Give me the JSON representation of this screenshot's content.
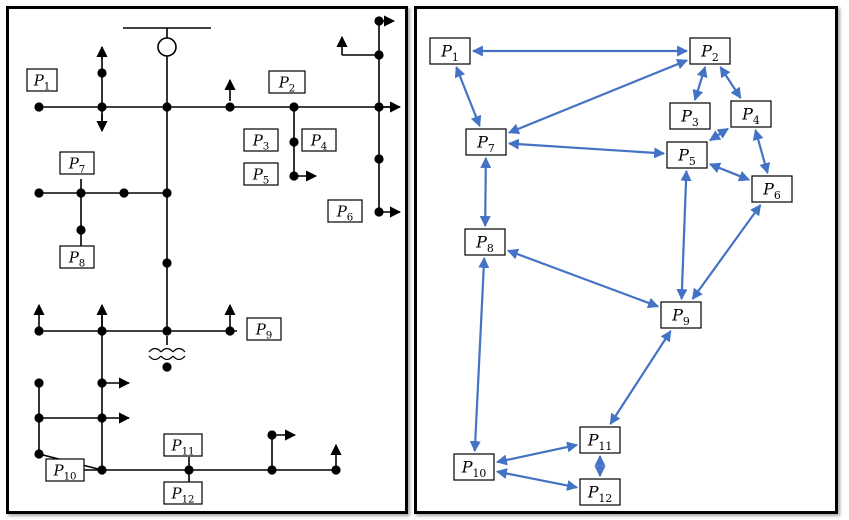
{
  "left_diagram": {
    "labels": [
      {
        "id": "P1",
        "main": "P",
        "sub": "1"
      },
      {
        "id": "P2",
        "main": "P",
        "sub": "2"
      },
      {
        "id": "P3",
        "main": "P",
        "sub": "3"
      },
      {
        "id": "P4",
        "main": "P",
        "sub": "4"
      },
      {
        "id": "P5",
        "main": "P",
        "sub": "5"
      },
      {
        "id": "P6",
        "main": "P",
        "sub": "6"
      },
      {
        "id": "P7",
        "main": "P",
        "sub": "7"
      },
      {
        "id": "P8",
        "main": "P",
        "sub": "8"
      },
      {
        "id": "P9",
        "main": "P",
        "sub": "9"
      },
      {
        "id": "P10",
        "main": "P",
        "sub": "10"
      },
      {
        "id": "P11",
        "main": "P",
        "sub": "11"
      },
      {
        "id": "P12",
        "main": "P",
        "sub": "12"
      }
    ]
  },
  "right_diagram": {
    "edge_color": "#4472C4",
    "nodes": [
      {
        "id": "P1",
        "main": "P",
        "sub": "1"
      },
      {
        "id": "P2",
        "main": "P",
        "sub": "2"
      },
      {
        "id": "P3",
        "main": "P",
        "sub": "3"
      },
      {
        "id": "P4",
        "main": "P",
        "sub": "4"
      },
      {
        "id": "P5",
        "main": "P",
        "sub": "5"
      },
      {
        "id": "P6",
        "main": "P",
        "sub": "6"
      },
      {
        "id": "P7",
        "main": "P",
        "sub": "7"
      },
      {
        "id": "P8",
        "main": "P",
        "sub": "8"
      },
      {
        "id": "P9",
        "main": "P",
        "sub": "9"
      },
      {
        "id": "P10",
        "main": "P",
        "sub": "10"
      },
      {
        "id": "P11",
        "main": "P",
        "sub": "11"
      },
      {
        "id": "P12",
        "main": "P",
        "sub": "12"
      }
    ],
    "edges": [
      [
        "P1",
        "P2"
      ],
      [
        "P1",
        "P7"
      ],
      [
        "P2",
        "P7"
      ],
      [
        "P2",
        "P3"
      ],
      [
        "P2",
        "P4"
      ],
      [
        "P4",
        "P5"
      ],
      [
        "P4",
        "P6"
      ],
      [
        "P5",
        "P6"
      ],
      [
        "P7",
        "P5"
      ],
      [
        "P7",
        "P8"
      ],
      [
        "P5",
        "P9"
      ],
      [
        "P6",
        "P9"
      ],
      [
        "P8",
        "P9"
      ],
      [
        "P8",
        "P10"
      ],
      [
        "P9",
        "P11"
      ],
      [
        "P11",
        "P10"
      ],
      [
        "P11",
        "P12"
      ],
      [
        "P12",
        "P10"
      ]
    ]
  }
}
